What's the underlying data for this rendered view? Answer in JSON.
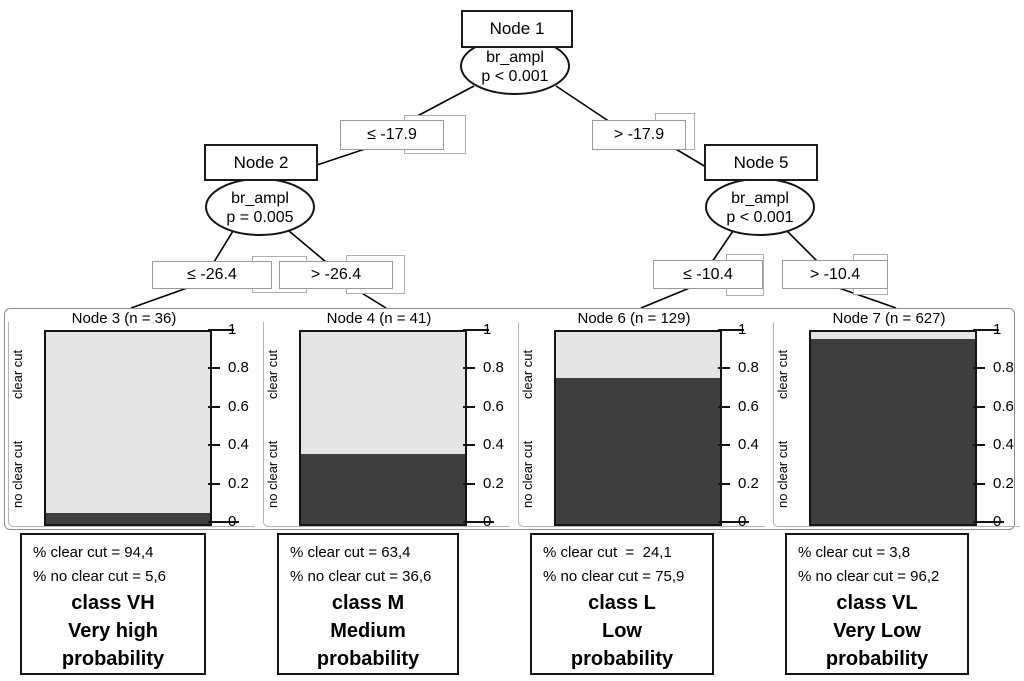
{
  "nodes": {
    "node1": {
      "label": "Node 1",
      "variable": "br_ampl",
      "p_value": "p < 0.001"
    },
    "node2": {
      "label": "Node 2",
      "variable": "br_ampl",
      "p_value": "p = 0.005"
    },
    "node5": {
      "label": "Node 5",
      "variable": "br_ampl",
      "p_value": "p < 0.001"
    }
  },
  "edges": {
    "node1_left": "≤ -17.9",
    "node1_right": "> -17.9",
    "node2_left": "≤ -26.4",
    "node2_right": "> -26.4",
    "node5_left": "≤ -10.4",
    "node5_right": "> -10.4"
  },
  "axis": {
    "tick_labels": [
      "1",
      "0.8",
      "0.6",
      "0.4",
      "0.2",
      "0"
    ],
    "tick_values": [
      1,
      0.8,
      0.6,
      0.4,
      0.2,
      0
    ],
    "category_labels": [
      "clear cut",
      "no clear cut"
    ]
  },
  "terminals": [
    {
      "header": "Node 3 (n = 36)",
      "summary_line1": "% clear cut = 94,4",
      "summary_line2": "% no clear cut = 5,6",
      "class_line1": "class VH",
      "class_line2": "Very high",
      "class_line3": "probability"
    },
    {
      "header": "Node 4 (n = 41)",
      "summary_line1": "% clear cut = 63,4",
      "summary_line2": "% no clear cut = 36,6",
      "class_line1": "class M",
      "class_line2": "Medium",
      "class_line3": "probability"
    },
    {
      "header": "Node 6 (n = 129)",
      "summary_line1": "% clear cut  =  24,1",
      "summary_line2": "% no clear cut = 75,9",
      "class_line1": "class L",
      "class_line2": "Low",
      "class_line3": "probability"
    },
    {
      "header": "Node 7 (n = 627)",
      "summary_line1": "% clear cut = 3,8",
      "summary_line2": "% no clear cut = 96,2",
      "class_line1": "class VL",
      "class_line2": "Very Low",
      "class_line3": "probability"
    }
  ],
  "chart_data": {
    "type": "bar",
    "subtype": "stacked_proportion_terminal_nodes",
    "ylim": [
      0,
      1
    ],
    "yticks": [
      0,
      0.2,
      0.4,
      0.6,
      0.8,
      1
    ],
    "stack_order_bottom_to_top": [
      "no clear cut",
      "clear cut"
    ],
    "panels": [
      {
        "title": "Node 3 (n = 36)",
        "n": 36,
        "no_clear_cut": 0.056,
        "clear_cut": 0.944
      },
      {
        "title": "Node 4 (n = 41)",
        "n": 41,
        "no_clear_cut": 0.366,
        "clear_cut": 0.634
      },
      {
        "title": "Node 6 (n = 129)",
        "n": 129,
        "no_clear_cut": 0.759,
        "clear_cut": 0.241
      },
      {
        "title": "Node 7 (n = 627)",
        "n": 627,
        "no_clear_cut": 0.962,
        "clear_cut": 0.038
      }
    ]
  },
  "colors": {
    "clear_cut_fill": "#e4e4e4",
    "no_clear_cut_fill": "#3e3e3e",
    "bar_border": "#141414",
    "edge_line": "#000000"
  }
}
